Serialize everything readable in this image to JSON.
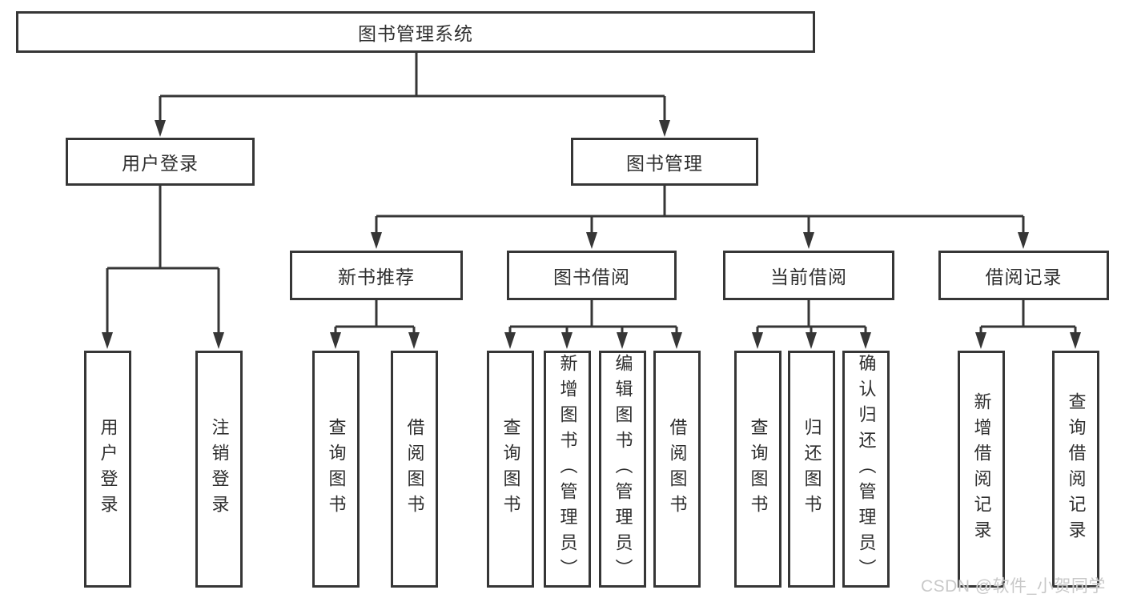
{
  "nodes": {
    "root": {
      "label": "图书管理系统"
    },
    "user_login": {
      "label": "用户登录"
    },
    "book_management": {
      "label": "图书管理"
    },
    "new_book_recommend": {
      "label": "新书推荐"
    },
    "book_borrow": {
      "label": "图书借阅"
    },
    "current_borrow": {
      "label": "当前借阅"
    },
    "borrow_records": {
      "label": "借阅记录"
    },
    "leaf_user_login": {
      "label": "用户登录"
    },
    "leaf_logout": {
      "label": "注销登录"
    },
    "leaf_newbook_query": {
      "label": "查询图书"
    },
    "leaf_newbook_borrow": {
      "label": "借阅图书"
    },
    "leaf_borrow_query": {
      "label": "查询图书"
    },
    "leaf_borrow_add_admin": {
      "label": "新增图书（管理员）"
    },
    "leaf_borrow_edit_admin": {
      "label": "编辑图书（管理员）"
    },
    "leaf_borrow_borrow": {
      "label": "借阅图书"
    },
    "leaf_current_query": {
      "label": "查询图书"
    },
    "leaf_current_return": {
      "label": "归还图书"
    },
    "leaf_current_confirm_admin": {
      "label": "确认归还（管理员）"
    },
    "leaf_records_add": {
      "label": "新增借阅记录"
    },
    "leaf_records_query": {
      "label": "查询借阅记录"
    }
  },
  "hierarchy": {
    "图书管理系统": {
      "用户登录": [
        "用户登录",
        "注销登录"
      ],
      "图书管理": {
        "新书推荐": [
          "查询图书",
          "借阅图书"
        ],
        "图书借阅": [
          "查询图书",
          "新增图书（管理员）",
          "编辑图书（管理员）",
          "借阅图书"
        ],
        "当前借阅": [
          "查询图书",
          "归还图书",
          "确认归还（管理员）"
        ],
        "借阅记录": [
          "新增借阅记录",
          "查询借阅记录"
        ]
      }
    }
  },
  "watermark": {
    "text": "CSDN @软件_小贺同学",
    "color": "#c9c9c9"
  },
  "colors": {
    "line": "#363636",
    "text": "#2f2f2f",
    "background": "#ffffff",
    "box_fill": "#ffffff"
  }
}
